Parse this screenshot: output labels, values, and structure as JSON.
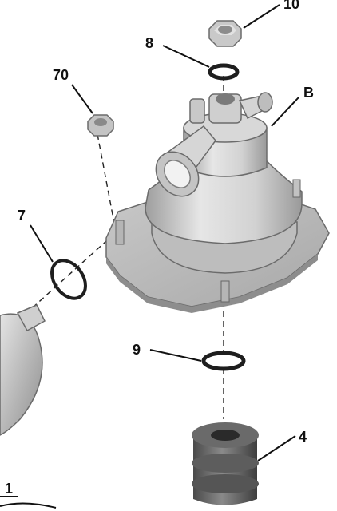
{
  "callouts": {
    "c10": "10",
    "c8": "8",
    "cB": "B",
    "c70": "70",
    "c7": "7",
    "c9": "9",
    "c4": "4",
    "c1": "1"
  }
}
